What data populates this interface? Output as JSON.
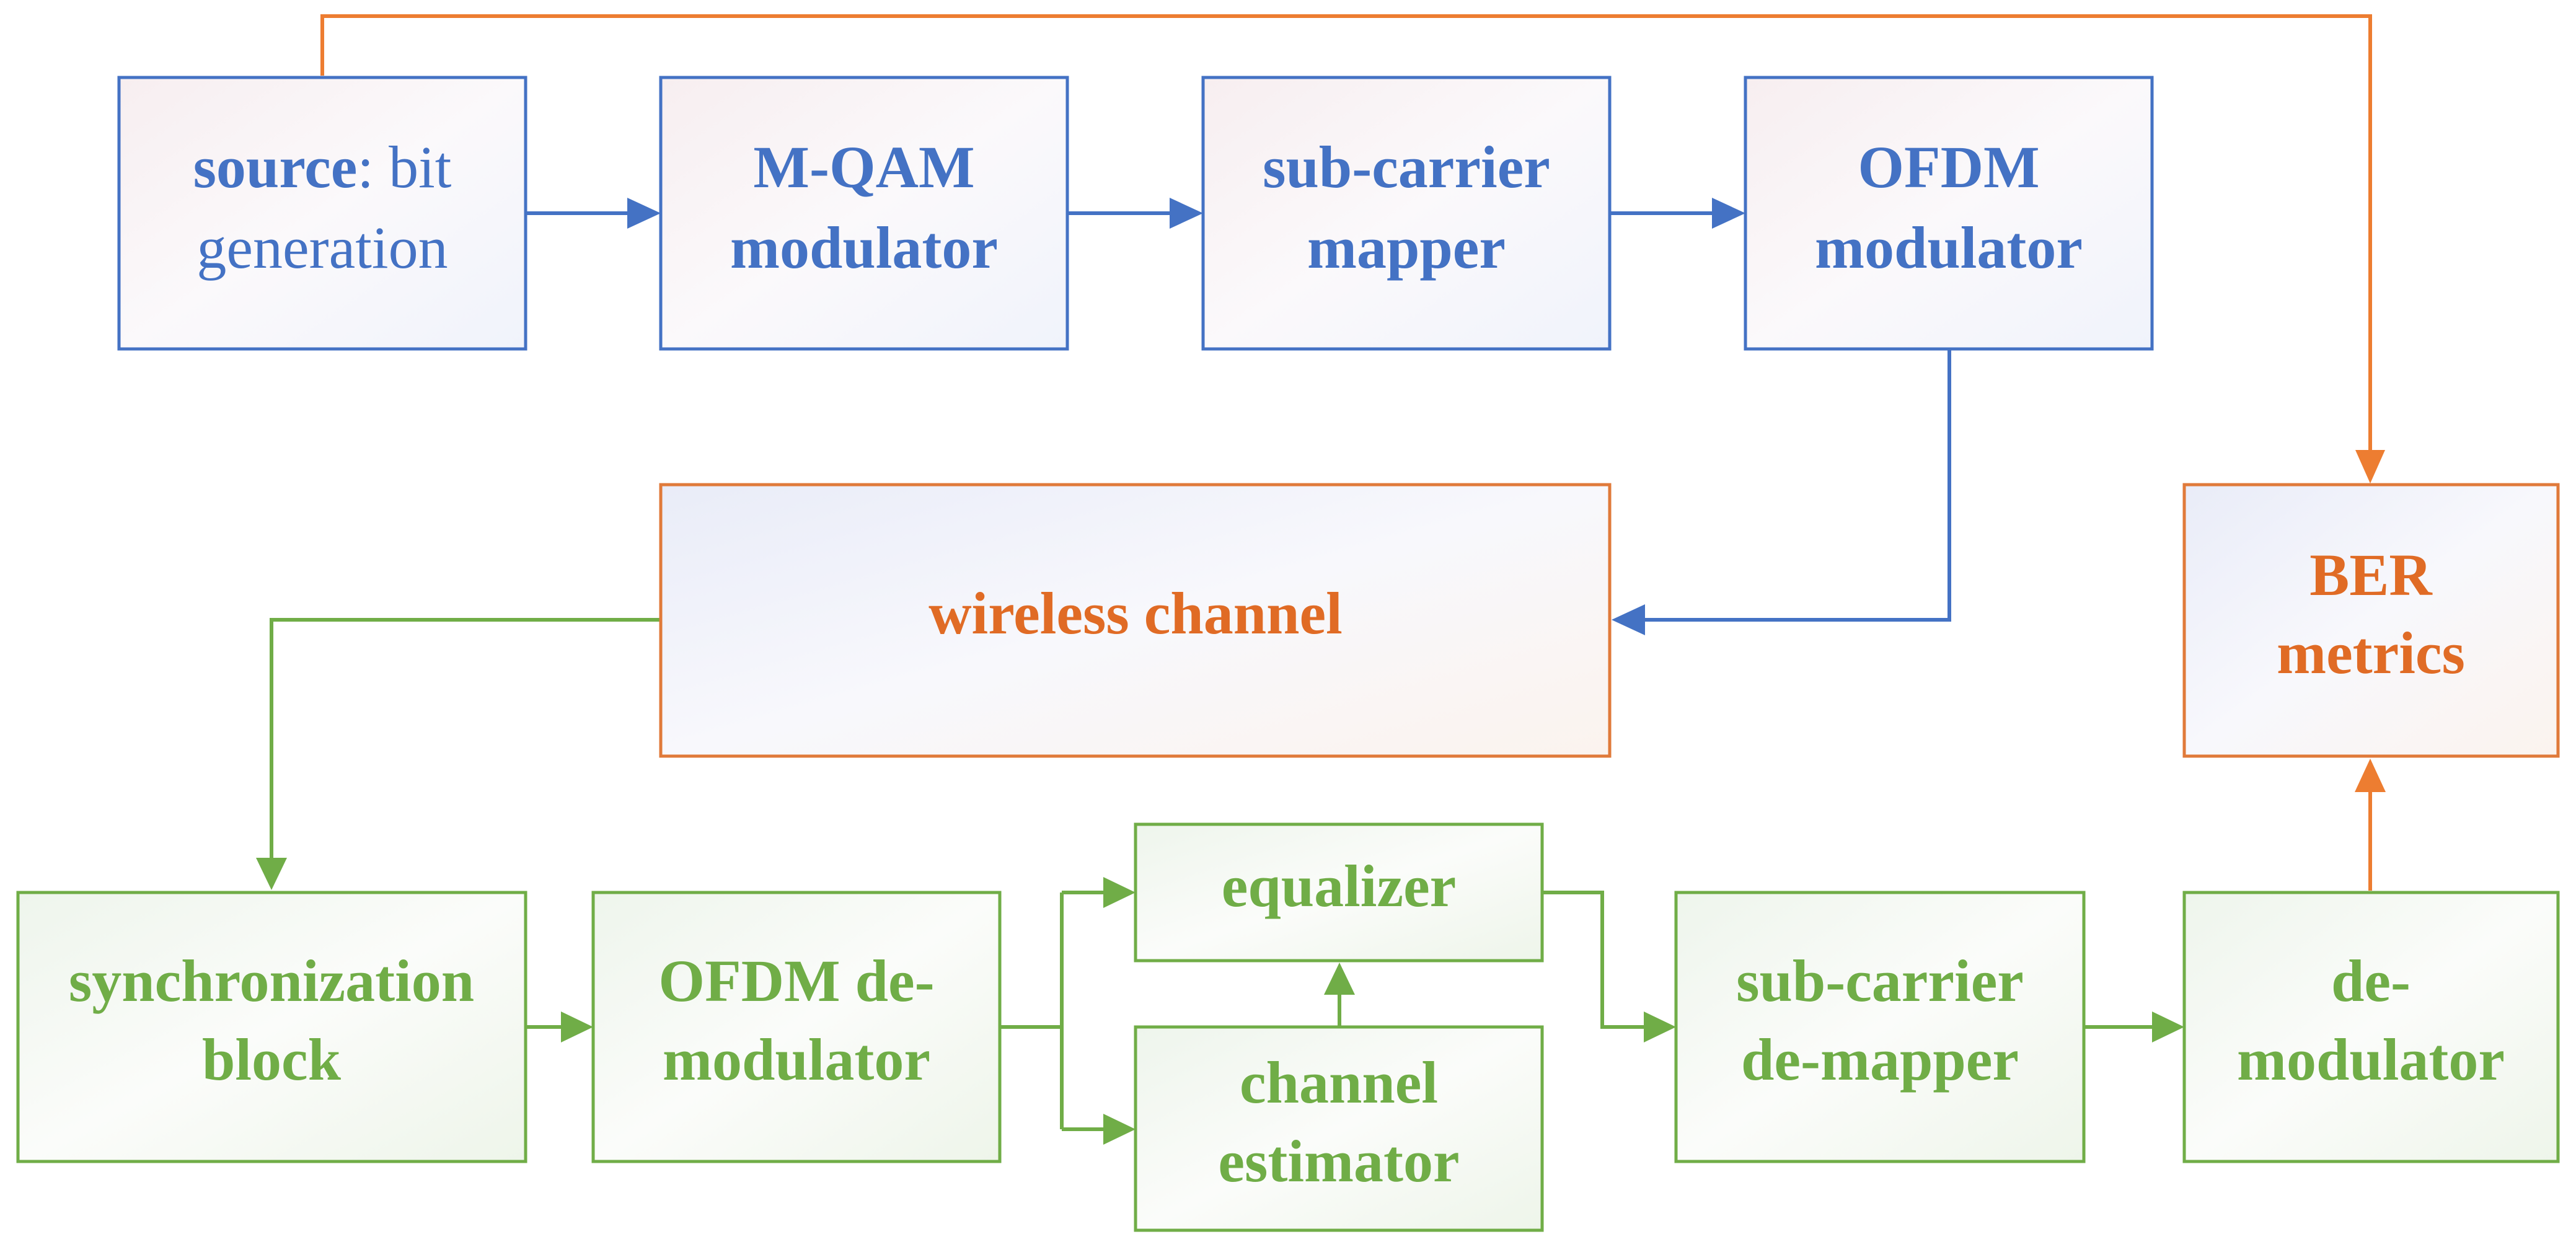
{
  "colors": {
    "transmitter": "#4472c4",
    "channel_and_metrics": "#e06b25",
    "receiver": "#70ad47"
  },
  "blocks": {
    "source": {
      "bold": "source",
      "rest1": ": bit",
      "line2": "generation"
    },
    "qam_modulator": {
      "line1": "M-QAM",
      "line2": "modulator"
    },
    "subcarrier_mapper": {
      "line1": "sub-carrier",
      "line2": "mapper"
    },
    "ofdm_modulator": {
      "line1": "OFDM",
      "line2": "modulator"
    },
    "wireless_channel": {
      "line1": "wireless channel"
    },
    "ber_metrics": {
      "line1": "BER",
      "line2": "metrics"
    },
    "synchronization": {
      "line1": "synchronization",
      "line2": "block"
    },
    "ofdm_demodulator": {
      "line1": "OFDM de-",
      "line2": "modulator"
    },
    "equalizer": {
      "line1": "equalizer"
    },
    "channel_estimator": {
      "line1": "channel",
      "line2": "estimator"
    },
    "subcarrier_demapper": {
      "line1": "sub-carrier",
      "line2": "de-mapper"
    },
    "demodulator": {
      "line1": "de-",
      "line2": "modulator"
    }
  }
}
